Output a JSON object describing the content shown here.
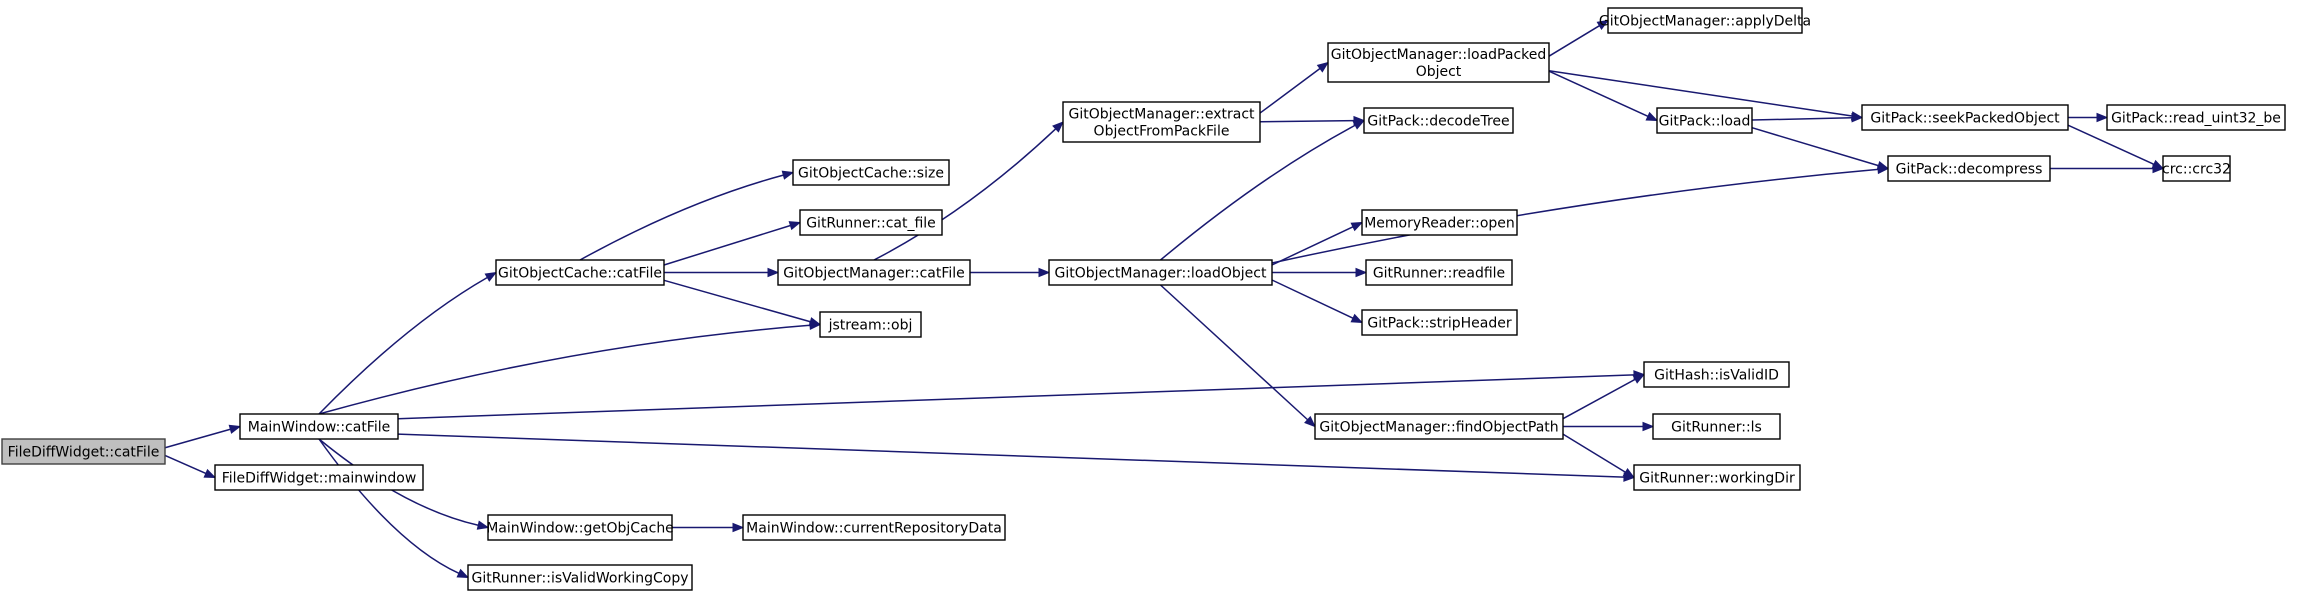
{
  "nodes": [
    {
      "id": "fdw_catFile",
      "lines": [
        "FileDiffWidget::catFile"
      ],
      "root": true
    },
    {
      "id": "mw_catFile",
      "lines": [
        "MainWindow::catFile"
      ]
    },
    {
      "id": "fdw_mainwindow",
      "lines": [
        "FileDiffWidget::mainwindow"
      ]
    },
    {
      "id": "goc_catFile",
      "lines": [
        "GitObjectCache::catFile"
      ]
    },
    {
      "id": "jstream_obj",
      "lines": [
        "jstream::obj"
      ]
    },
    {
      "id": "mw_getObjCache",
      "lines": [
        "MainWindow::getObjCache"
      ]
    },
    {
      "id": "gr_isValidWC",
      "lines": [
        "GitRunner::isValidWorkingCopy"
      ]
    },
    {
      "id": "goc_size",
      "lines": [
        "GitObjectCache::size"
      ]
    },
    {
      "id": "gr_cat_file",
      "lines": [
        "GitRunner::cat_file"
      ]
    },
    {
      "id": "gom_catFile",
      "lines": [
        "GitObjectManager::catFile"
      ]
    },
    {
      "id": "mw_currentRepo",
      "lines": [
        "MainWindow::currentRepositoryData"
      ]
    },
    {
      "id": "gom_extract",
      "lines": [
        "GitObjectManager::extract",
        "ObjectFromPackFile"
      ]
    },
    {
      "id": "gom_loadObject",
      "lines": [
        "GitObjectManager::loadObject"
      ]
    },
    {
      "id": "gom_loadPacked",
      "lines": [
        "GitObjectManager::loadPacked",
        "Object"
      ]
    },
    {
      "id": "gp_decodeTree",
      "lines": [
        "GitPack::decodeTree"
      ]
    },
    {
      "id": "mr_open",
      "lines": [
        "MemoryReader::open"
      ]
    },
    {
      "id": "gr_readfile",
      "lines": [
        "GitRunner::readfile"
      ]
    },
    {
      "id": "gp_stripHeader",
      "lines": [
        "GitPack::stripHeader"
      ]
    },
    {
      "id": "gom_findPath",
      "lines": [
        "GitObjectManager::findObjectPath"
      ]
    },
    {
      "id": "gom_applyDelta",
      "lines": [
        "GitObjectManager::applyDelta"
      ]
    },
    {
      "id": "gp_load",
      "lines": [
        "GitPack::load"
      ]
    },
    {
      "id": "gp_seek",
      "lines": [
        "GitPack::seekPackedObject"
      ]
    },
    {
      "id": "gp_decompress",
      "lines": [
        "GitPack::decompress"
      ]
    },
    {
      "id": "gh_isValidID",
      "lines": [
        "GitHash::isValidID"
      ]
    },
    {
      "id": "gr_ls",
      "lines": [
        "GitRunner::ls"
      ]
    },
    {
      "id": "gr_workingDir",
      "lines": [
        "GitRunner::workingDir"
      ]
    },
    {
      "id": "gp_read_uint32",
      "lines": [
        "GitPack::read_uint32_be"
      ]
    },
    {
      "id": "crc_crc32",
      "lines": [
        "crc::crc32"
      ]
    }
  ],
  "edges": [
    {
      "from": "fdw_catFile",
      "to": "mw_catFile"
    },
    {
      "from": "fdw_catFile",
      "to": "fdw_mainwindow"
    },
    {
      "from": "mw_catFile",
      "to": "goc_catFile"
    },
    {
      "from": "mw_catFile",
      "to": "jstream_obj"
    },
    {
      "from": "mw_catFile",
      "to": "gh_isValidID"
    },
    {
      "from": "mw_catFile",
      "to": "gr_workingDir"
    },
    {
      "from": "mw_catFile",
      "to": "mw_getObjCache"
    },
    {
      "from": "mw_catFile",
      "to": "gr_isValidWC"
    },
    {
      "from": "goc_catFile",
      "to": "goc_size"
    },
    {
      "from": "goc_catFile",
      "to": "gr_cat_file"
    },
    {
      "from": "goc_catFile",
      "to": "gom_catFile"
    },
    {
      "from": "goc_catFile",
      "to": "jstream_obj"
    },
    {
      "from": "gom_catFile",
      "to": "gom_extract"
    },
    {
      "from": "gom_catFile",
      "to": "gom_loadObject"
    },
    {
      "from": "mw_getObjCache",
      "to": "mw_currentRepo"
    },
    {
      "from": "gom_extract",
      "to": "gom_loadPacked"
    },
    {
      "from": "gom_extract",
      "to": "gp_decodeTree"
    },
    {
      "from": "gom_loadObject",
      "to": "gp_decodeTree"
    },
    {
      "from": "gom_loadObject",
      "to": "gp_decompress"
    },
    {
      "from": "gom_loadObject",
      "to": "mr_open"
    },
    {
      "from": "gom_loadObject",
      "to": "gr_readfile"
    },
    {
      "from": "gom_loadObject",
      "to": "gp_stripHeader"
    },
    {
      "from": "gom_loadObject",
      "to": "gom_findPath"
    },
    {
      "from": "gom_loadPacked",
      "to": "gom_applyDelta"
    },
    {
      "from": "gom_loadPacked",
      "to": "gp_seek"
    },
    {
      "from": "gom_loadPacked",
      "to": "gp_load"
    },
    {
      "from": "gp_load",
      "to": "gp_seek"
    },
    {
      "from": "gp_load",
      "to": "gp_decompress"
    },
    {
      "from": "gp_seek",
      "to": "gp_read_uint32"
    },
    {
      "from": "gp_seek",
      "to": "crc_crc32"
    },
    {
      "from": "gp_decompress",
      "to": "crc_crc32"
    },
    {
      "from": "gom_findPath",
      "to": "gh_isValidID"
    },
    {
      "from": "gom_findPath",
      "to": "gr_ls"
    },
    {
      "from": "gom_findPath",
      "to": "gr_workingDir"
    }
  ]
}
